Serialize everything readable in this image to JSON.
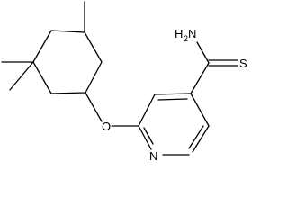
{
  "molecule": {
    "atoms": {
      "amine_n": "N",
      "amine_h": "H",
      "amine_h_count": "2",
      "thione_s": "S",
      "ether_o": "O",
      "pyridine_n": "N"
    },
    "bond_color": "#000000",
    "background": "#ffffff"
  }
}
